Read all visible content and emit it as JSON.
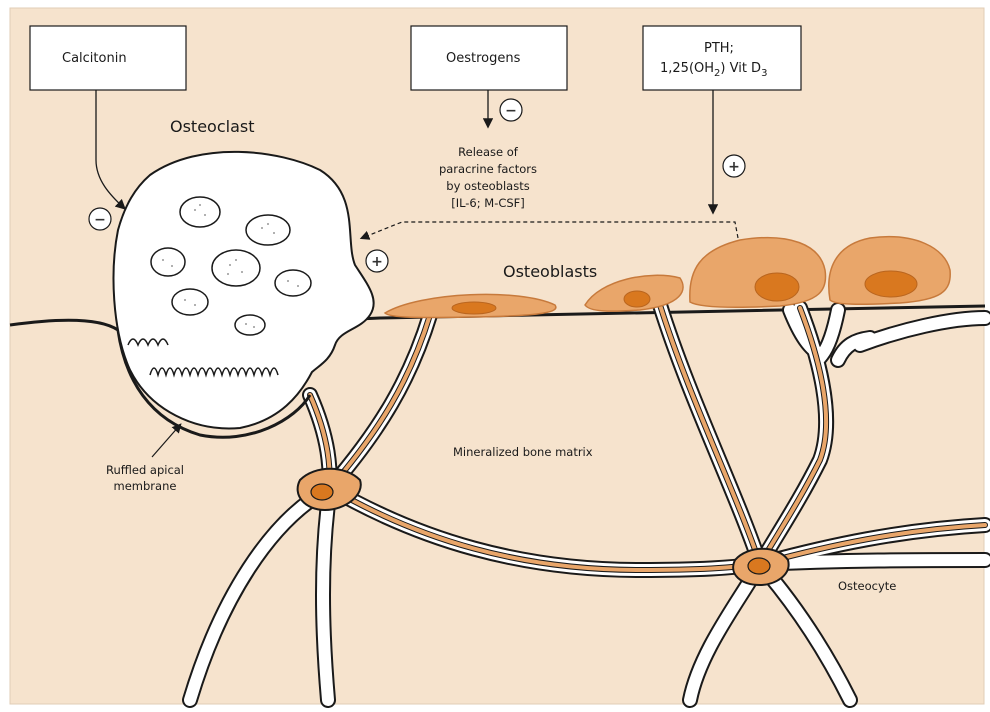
{
  "colors": {
    "background": "#f6e3cd",
    "bone_matrix": "#f6e3cd",
    "cell_fill": "#e9a66a",
    "cell_dark": "#d9781f",
    "nucleus": "#e08a3c",
    "osteoclast_fill": "#ffffff",
    "line": "#1a1a1a"
  },
  "boxes": {
    "calcitonin": "Calcitonin",
    "oestrogens": "Oestrogens",
    "pth_line1": "PTH;",
    "pth_line2_main": "1,25(OH",
    "pth_line2_sub": "2",
    "pth_line2_mid": ") Vit D",
    "pth_line2_sub2": "3"
  },
  "labels": {
    "osteoclast": "Osteoclast",
    "osteoblasts": "Osteoblasts",
    "paracrine_1": "Release of",
    "paracrine_2": "paracrine factors",
    "paracrine_3": "by osteoblasts",
    "paracrine_4": "[IL-6; M-CSF]",
    "mineralized": "Mineralized bone matrix",
    "ruffled_1": "Ruffled apical",
    "ruffled_2": "membrane",
    "osteocyte": "Osteocyte"
  },
  "signs": {
    "calcitonin_effect": "−",
    "oestrogens_effect": "−",
    "pth_effect": "+",
    "paracrine_effect": "+"
  }
}
